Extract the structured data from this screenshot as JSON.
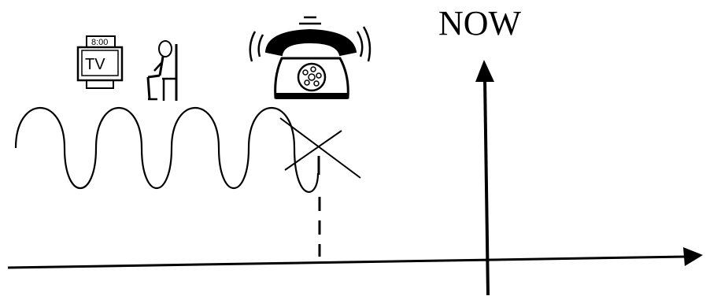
{
  "now_label": "NOW",
  "tv": {
    "screen_text": "TV",
    "clock_text": "8:00"
  },
  "colors": {
    "ink": "#000000",
    "background": "#ffffff"
  }
}
